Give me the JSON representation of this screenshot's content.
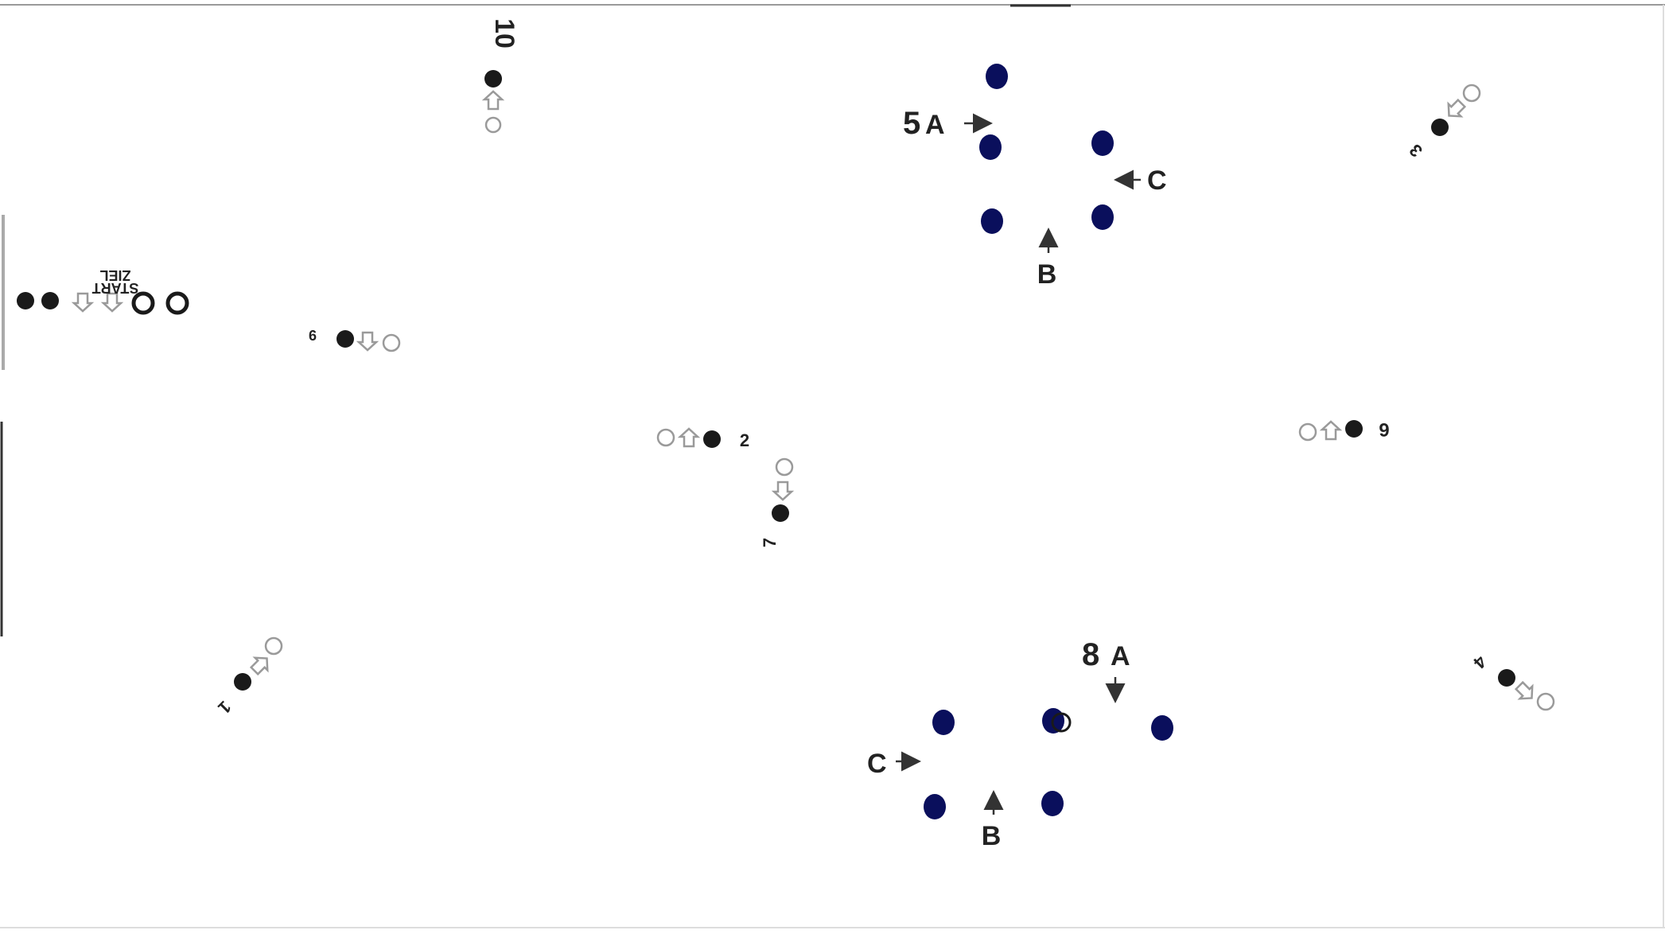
{
  "figure": {
    "start_labels": [
      "ZIEL",
      "START"
    ],
    "stations": [
      {
        "number": "1"
      },
      {
        "number": "2"
      },
      {
        "number": "3"
      },
      {
        "number": "4"
      },
      {
        "number": "6"
      },
      {
        "number": "7"
      },
      {
        "number": "9"
      },
      {
        "number": "10"
      }
    ],
    "group_5": {
      "number": "5",
      "labels": {
        "a": "A",
        "b": "B",
        "c": "C"
      }
    },
    "group_8": {
      "number": "8",
      "labels": {
        "a": "A",
        "b": "B",
        "c": "C"
      }
    }
  },
  "colors": {
    "background": "#ffffff",
    "marker": "#1a1a1a",
    "group_marker": "#0a0f5c",
    "outline": "#9a9a9a",
    "frame": "#9a9a9a"
  },
  "icons": {
    "filled_marker": "filled-circle",
    "hollow_marker": "hollow-circle",
    "direction_marker": "hollow-arrow",
    "pointer": "pointer-arrow"
  }
}
